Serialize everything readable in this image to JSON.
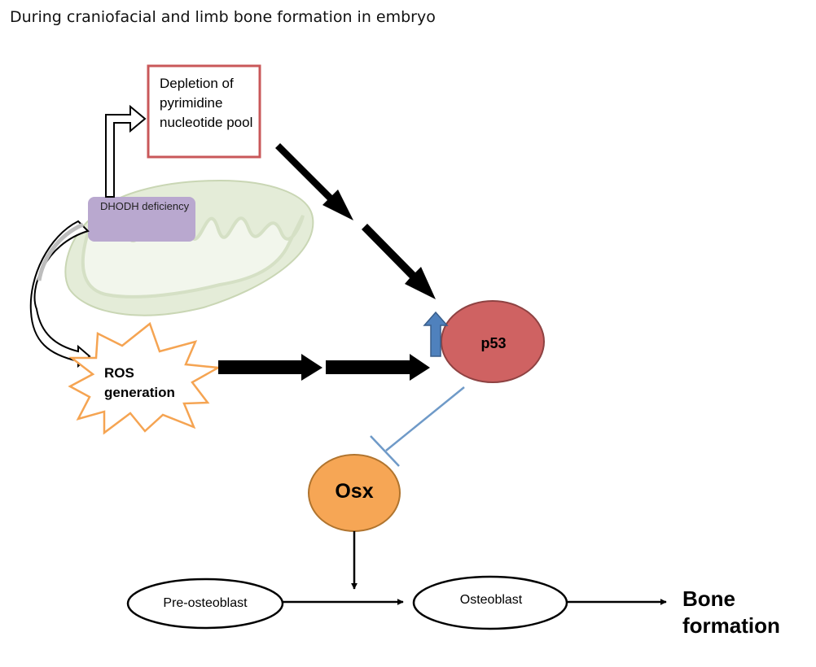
{
  "title": "During craniofacial and limb bone formation in embryo",
  "nodes": {
    "depletion": "Depletion of pyrimidine nucleotide pool",
    "dhodh": "DHODH deficiency",
    "ros": "ROS generation",
    "p53": "p53",
    "osx": "Osx",
    "pre_osteoblast": "Pre-osteoblast",
    "osteoblast": "Osteoblast",
    "bone_formation": "Bone formation"
  },
  "colors": {
    "depletion_border": "#c9585a",
    "dhodh_fill": "#b9a8cf",
    "mitochondrion_fill": "#e4ecd8",
    "ros_border": "#f5a452",
    "p53_fill": "#cf6262",
    "osx_fill": "#f6a655",
    "inhibition_line": "#6f9ac8",
    "up_arrow": "#4f81bd"
  },
  "icons": [
    "mitochondrion-icon",
    "up-arrow-icon"
  ]
}
